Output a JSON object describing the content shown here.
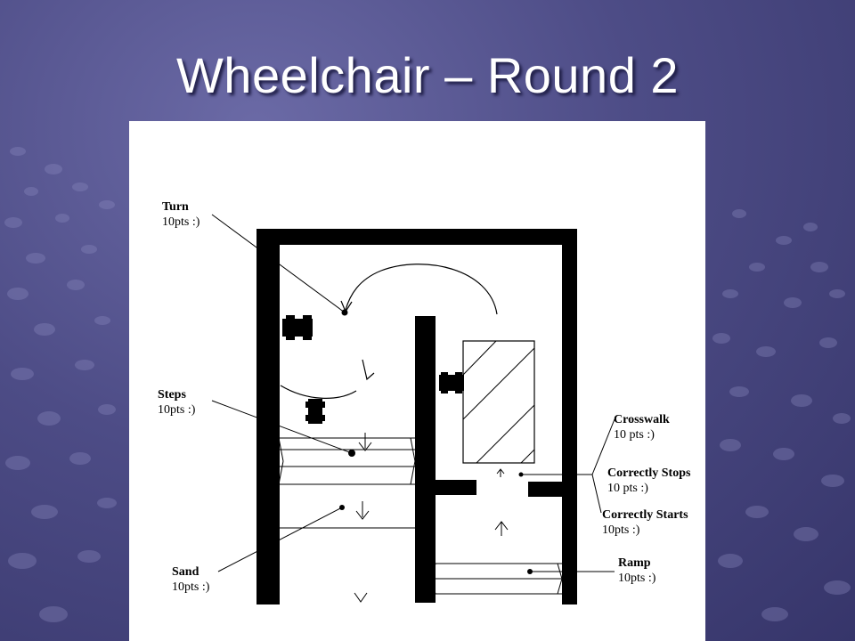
{
  "slide": {
    "title": "Wheelchair – Round 2"
  },
  "diagram": {
    "labels": [
      {
        "id": "turn",
        "name": "Turn",
        "points": "10pts :)"
      },
      {
        "id": "steps",
        "name": "Steps",
        "points": "10pts :)"
      },
      {
        "id": "sand",
        "name": "Sand",
        "points": "10pts :)"
      },
      {
        "id": "crosswalk",
        "name": "Crosswalk",
        "points": "10 pts :)"
      },
      {
        "id": "correctly_stops",
        "name": "Correctly Stops",
        "points": "10 pts :)"
      },
      {
        "id": "correctly_starts",
        "name": "Correctly Starts",
        "points": "10pts :)"
      },
      {
        "id": "ramp",
        "name": "Ramp",
        "points": "10pts :)"
      }
    ]
  },
  "colors": {
    "background": "#4d4c86",
    "title": "#ffffff",
    "figure_background": "#ffffff",
    "ink": "#000000"
  }
}
